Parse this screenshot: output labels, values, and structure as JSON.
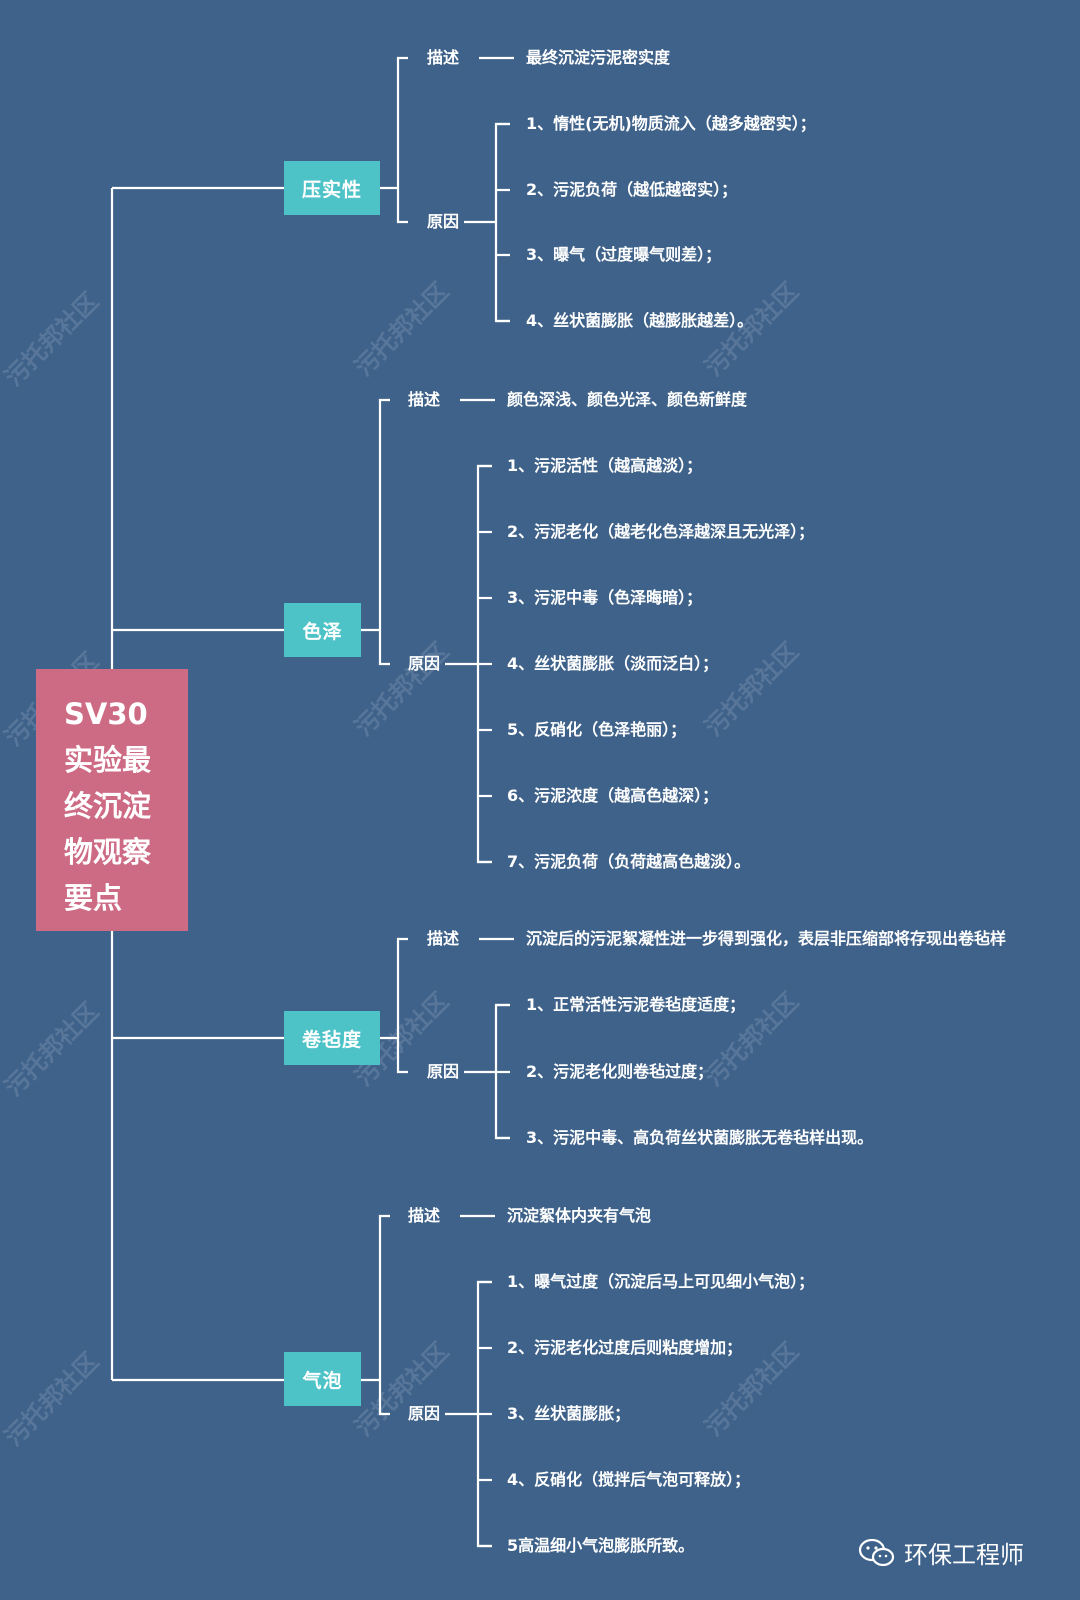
{
  "root": {
    "lines": [
      "SV30",
      "实验最",
      "终沉淀",
      "物观察",
      "要点"
    ]
  },
  "desc_label": "描述",
  "reason_label": "原因",
  "branches": [
    {
      "title": "压实性",
      "description": "最终沉淀污泥密实度",
      "reasons": [
        "1、惰性(无机)物质流入（越多越密实）；",
        "2、污泥负荷（越低越密实）；",
        "3、曝气（过度曝气则差）；",
        "4、丝状菌膨胀（越膨胀越差）。"
      ]
    },
    {
      "title": "色泽",
      "description": "颜色深浅、颜色光泽、颜色新鲜度",
      "reasons": [
        "1、污泥活性（越高越淡）；",
        "2、污泥老化（越老化色泽越深且无光泽）；",
        "3、污泥中毒（色泽晦暗）；",
        "4、丝状菌膨胀（淡而泛白）；",
        "5、反硝化（色泽艳丽）；",
        "6、污泥浓度（越高色越深）；",
        "7、污泥负荷（负荷越高色越淡）。"
      ]
    },
    {
      "title": "卷毡度",
      "description": "沉淀后的污泥絮凝性进一步得到强化，表层非压缩部将存现出卷毡样",
      "reasons": [
        "1、正常活性污泥卷毡度适度；",
        "2、污泥老化则卷毡过度；",
        "3、污泥中毒、高负荷丝状菌膨胀无卷毡样出现。"
      ]
    },
    {
      "title": "气泡",
      "description": "沉淀絮体内夹有气泡",
      "reasons": [
        "1、曝气过度（沉淀后马上可见细小气泡）；",
        "2、污泥老化过度后则粘度增加；",
        "3、丝状菌膨胀；",
        "4、反硝化（搅拌后气泡可释放）；",
        "5高温细小气泡膨胀所致。"
      ]
    }
  ],
  "watermark": "污托邦社区",
  "footer": {
    "account": "环保工程师",
    "icon": "wechat-icon"
  },
  "colors": {
    "background": "#3f628a",
    "root": "#cd6a84",
    "branch": "#4dc3c8",
    "line": "#ffffff"
  }
}
